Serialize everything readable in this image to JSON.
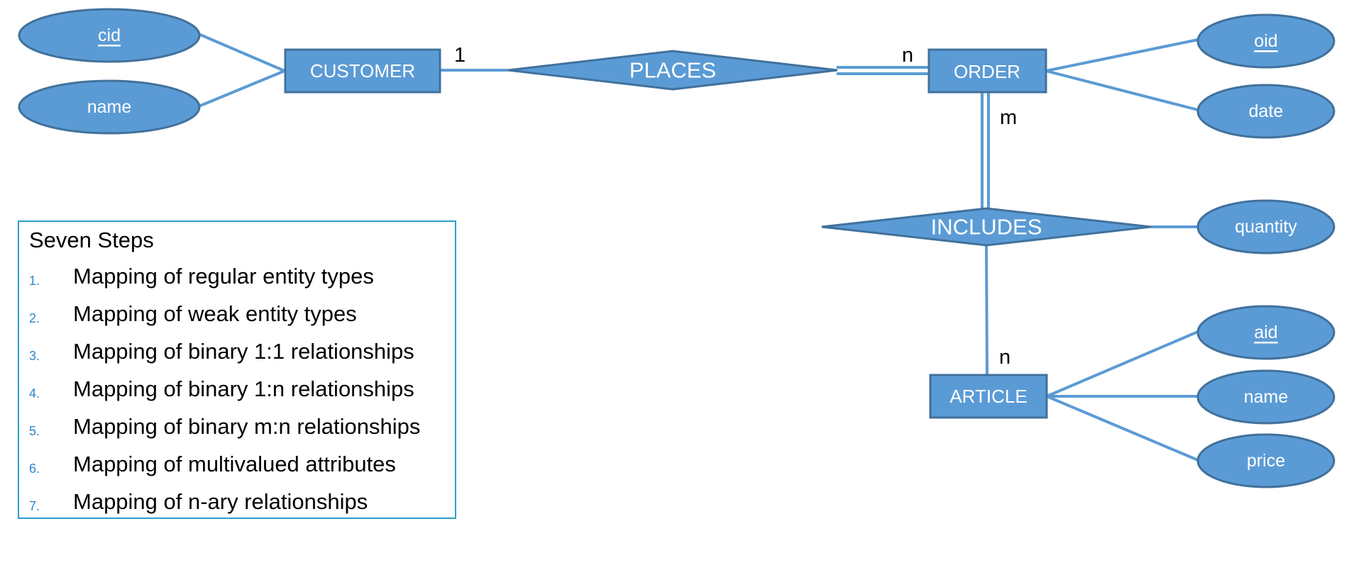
{
  "colors": {
    "shape_fill": "#5b9bd5",
    "shape_stroke": "#41719c",
    "connector": "#5b9bd5",
    "steps_border": "#2aa0c8",
    "step_number": "#2e86c8"
  },
  "entities": {
    "customer": "CUSTOMER",
    "order": "ORDER",
    "article": "ARTICLE"
  },
  "relationships": {
    "places": "PLACES",
    "includes": "INCLUDES"
  },
  "attributes": {
    "customer_cid": "cid",
    "customer_name": "name",
    "order_oid": "oid",
    "order_date": "date",
    "includes_quantity": "quantity",
    "article_aid": "aid",
    "article_name": "name",
    "article_price": "price"
  },
  "cardinalities": {
    "customer_places": "1",
    "order_places": "n",
    "order_includes": "m",
    "article_includes": "n"
  },
  "steps": {
    "title": "Seven Steps",
    "items": [
      {
        "num": "1.",
        "text": "Mapping of regular entity types"
      },
      {
        "num": "2.",
        "text": "Mapping of weak entity types"
      },
      {
        "num": "3.",
        "text": "Mapping of binary 1:1 relationships"
      },
      {
        "num": "4.",
        "text": "Mapping of binary 1:n relationships"
      },
      {
        "num": "5.",
        "text": "Mapping of binary m:n relationships"
      },
      {
        "num": "6.",
        "text": "Mapping of multivalued attributes"
      },
      {
        "num": "7.",
        "text": "Mapping of n-ary relationships"
      }
    ]
  }
}
